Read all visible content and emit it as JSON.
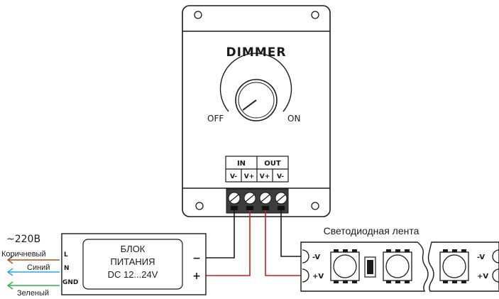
{
  "dimmer": {
    "title": "DIMMER",
    "off_label": "OFF",
    "on_label": "ON",
    "in_label": "IN",
    "out_label": "OUT",
    "terminals": [
      "V-",
      "V+",
      "V+",
      "V-"
    ]
  },
  "mains": {
    "voltage": "~220В",
    "wires": [
      {
        "name": "Коричневый",
        "terminal": "L",
        "color": "#a0561c"
      },
      {
        "name": "Синий",
        "terminal": "N",
        "color": "#2aa6e0"
      },
      {
        "name": "Зеленый",
        "terminal": "GND",
        "color": "#2eae4f"
      }
    ]
  },
  "psu": {
    "line1": "БЛОК",
    "line2": "ПИТАНИЯ",
    "line3": "DC 12...24V",
    "minus": "−",
    "plus": "+"
  },
  "strip": {
    "title": "Светодиодная лента",
    "left_minus": "-V",
    "left_plus": "+V",
    "right_minus": "-V",
    "right_plus": "+V"
  },
  "colors": {
    "negative_wire": "#1a1a1a",
    "positive_wire": "#d01c1c",
    "terminal_block": "#3c3c3c",
    "outline": "#1a1a1a"
  }
}
